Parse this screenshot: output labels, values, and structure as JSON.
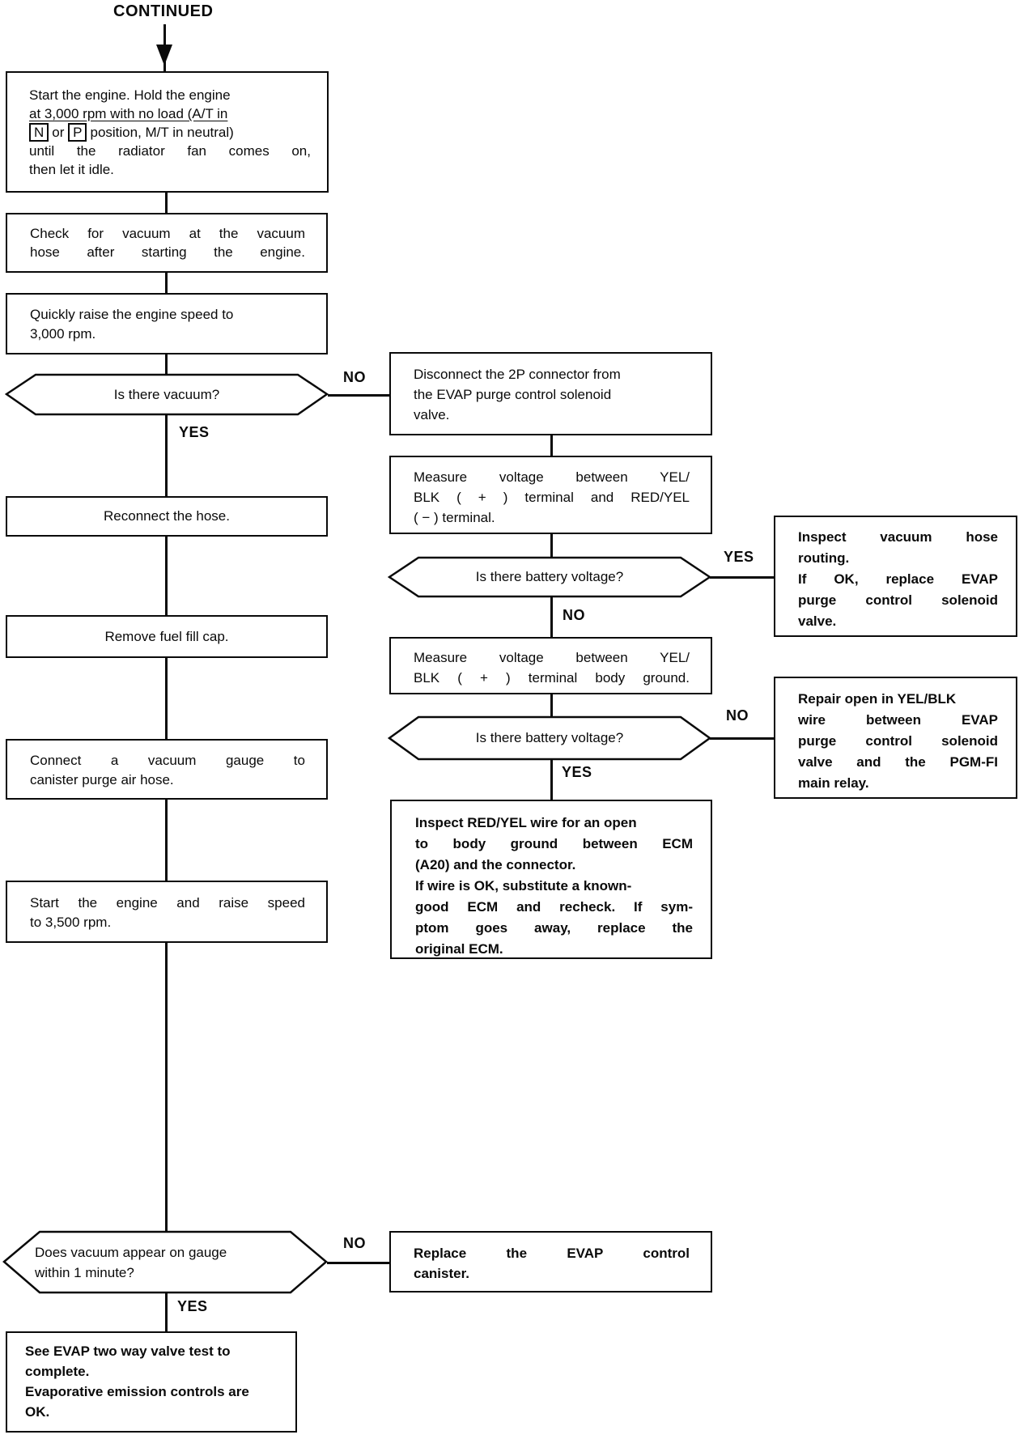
{
  "header": {
    "continued": "CONTINUED"
  },
  "labels": {
    "yes": "YES",
    "no": "NO"
  },
  "colors": {
    "ink": "#0a0a0a",
    "background": "#ffffff"
  },
  "nodes": {
    "start_engine": {
      "l1": "Start the engine. Hold the engine",
      "l2": "at 3,000 rpm with no load (A/T in",
      "n": "N",
      "or": "or",
      "p": "P",
      "l3_rest": "position, M/T in neutral)",
      "l4": "until the radiator fan comes on,",
      "l5": "then let it idle."
    },
    "check_vacuum": {
      "l1": "Check for vacuum at the vacuum",
      "l2": "hose after starting the engine."
    },
    "raise_3000": {
      "l1": "Quickly raise the engine speed to",
      "l2": "3,000 rpm."
    },
    "is_there_vacuum": {
      "q": "Is there vacuum?"
    },
    "reconnect_hose": {
      "l1": "Reconnect the hose."
    },
    "remove_fuel_cap": {
      "l1": "Remove fuel fill cap."
    },
    "connect_gauge": {
      "l1": "Connect a vacuum gauge to",
      "l2": "canister purge air hose."
    },
    "raise_3500": {
      "l1": "Start the engine and raise speed",
      "l2": "to 3,500 rpm."
    },
    "vacuum_on_gauge": {
      "l1": "Does vacuum appear on gauge",
      "l2": "within 1 minute?"
    },
    "evap_ok": {
      "l1": "See EVAP two way valve test to",
      "l2": "complete.",
      "l3": "Evaporative emission controls are",
      "l4": "OK."
    },
    "disconnect_2p": {
      "l1": "Disconnect the 2P connector from",
      "l2": "the EVAP purge control solenoid",
      "l3": "valve."
    },
    "measure_terminals": {
      "l1": "Measure voltage between YEL/",
      "l2": "BLK ( + ) terminal and RED/YEL",
      "l3": "( − ) terminal."
    },
    "battery_voltage_1": {
      "q": "Is there battery voltage?"
    },
    "measure_body_ground": {
      "l1": "Measure voltage between YEL/",
      "l2": "BLK ( + ) terminal body ground."
    },
    "battery_voltage_2": {
      "q": "Is there battery voltage?"
    },
    "inspect_red_yel": {
      "l1": "Inspect RED/YEL wire for an open",
      "l2": "to body ground between ECM",
      "l3": "(A20) and the connector.",
      "l4": "If wire is OK, substitute a known-",
      "l5": "good ECM and recheck. If sym-",
      "l6": "ptom goes away, replace the",
      "l7": "original ECM."
    },
    "replace_canister": {
      "l1": "Replace the EVAP control",
      "l2": "canister."
    },
    "inspect_hose_routing": {
      "l1": "Inspect vacuum hose",
      "l2": "routing.",
      "l3": "If OK, replace EVAP",
      "l4": "purge control solenoid",
      "l5": "valve."
    },
    "repair_open": {
      "l1": "Repair open in YEL/BLK",
      "l2": "wire between EVAP",
      "l3": "purge control solenoid",
      "l4": "valve and the PGM-FI",
      "l5": "main relay."
    }
  }
}
